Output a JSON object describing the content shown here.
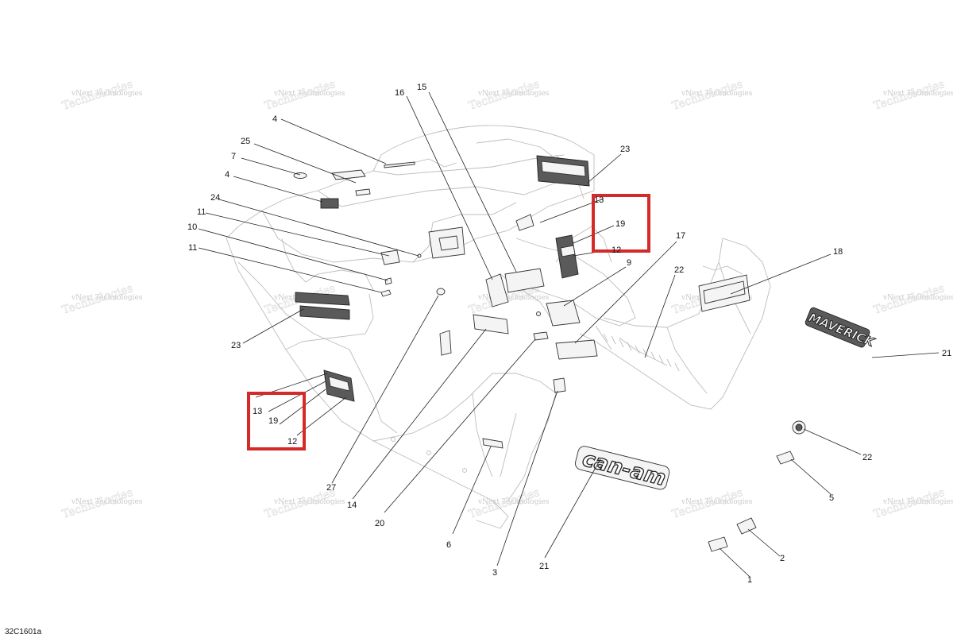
{
  "diagram": {
    "reference_code": "32C1601a",
    "watermark": {
      "line1": "vNext",
      "line2": "Technologies",
      "mark": "vNext Technologies"
    },
    "brand_decal_text": "can-am",
    "brand_decal_text_side": "MAVERICK",
    "highlight_color": "#d42a2a",
    "callouts": [
      "1",
      "2",
      "3",
      "4",
      "4",
      "5",
      "6",
      "7",
      "9",
      "10",
      "11",
      "11",
      "12",
      "12",
      "13",
      "13",
      "14",
      "15",
      "16",
      "17",
      "18",
      "19",
      "19",
      "20",
      "21",
      "21",
      "22",
      "22",
      "23",
      "23",
      "24",
      "25",
      "27"
    ]
  }
}
